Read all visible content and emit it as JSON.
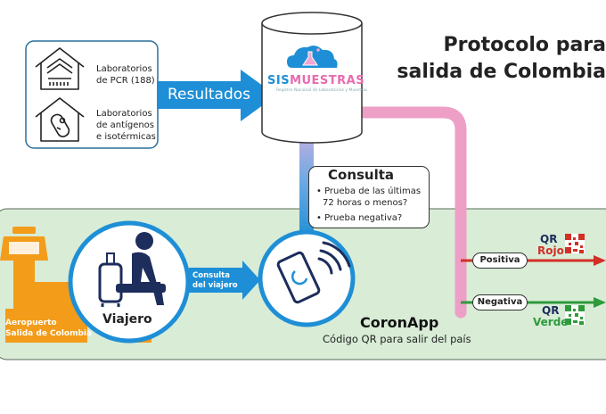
{
  "title": {
    "line1": "Protocolo para",
    "line2": "salida de Colombia"
  },
  "labs": {
    "pcr": {
      "line1": "Laboratorios",
      "line2": "de PCR (188)"
    },
    "antigen": {
      "line1": "Laboratorios",
      "line2": "de antígenos",
      "line3": "e isotérmicas"
    }
  },
  "results_label": "Resultados",
  "sismuestras": {
    "part1": "SIS",
    "part2": "MUESTRAS",
    "tagline": "Registro Nacional de Laboratorios y Muestras"
  },
  "consulta": {
    "title": "Consulta",
    "bullet1_line1": "• Prueba de las últimas",
    "bullet1_line2": "72 horas o menos?",
    "bullet2": "• Prueba negativa?"
  },
  "airport": {
    "line1": "Aeropuerto",
    "line2": "Salida de Colombia"
  },
  "traveler_label": "Viajero",
  "traveler_query": {
    "line1": "Consulta",
    "line2": "del viajero"
  },
  "coronapp": {
    "name": "CoronApp",
    "subtitle": "Código QR para salir del país"
  },
  "outcomes": {
    "positive": {
      "pill": "Positiva",
      "qr": "QR",
      "color_word": "Rojo",
      "color": "#d22f27"
    },
    "negative": {
      "pill": "Negativa",
      "qr": "QR",
      "color_word": "Verde",
      "color": "#2e9a3c"
    }
  },
  "colors": {
    "blue": "#1e8fd6",
    "navy": "#1d2d5c",
    "orange": "#f39c1a",
    "green_panel": "#d8ecd6",
    "pink": "#ee9fc6",
    "lavender_gradient_top": "#f3c6e3",
    "lavender_gradient_bottom": "#8fb4e8"
  },
  "icons": [
    "house-pcr-icon",
    "house-antigen-icon",
    "database-icon",
    "airport-tower-icon",
    "traveler-icon",
    "phone-icon",
    "qr-code-icon"
  ]
}
